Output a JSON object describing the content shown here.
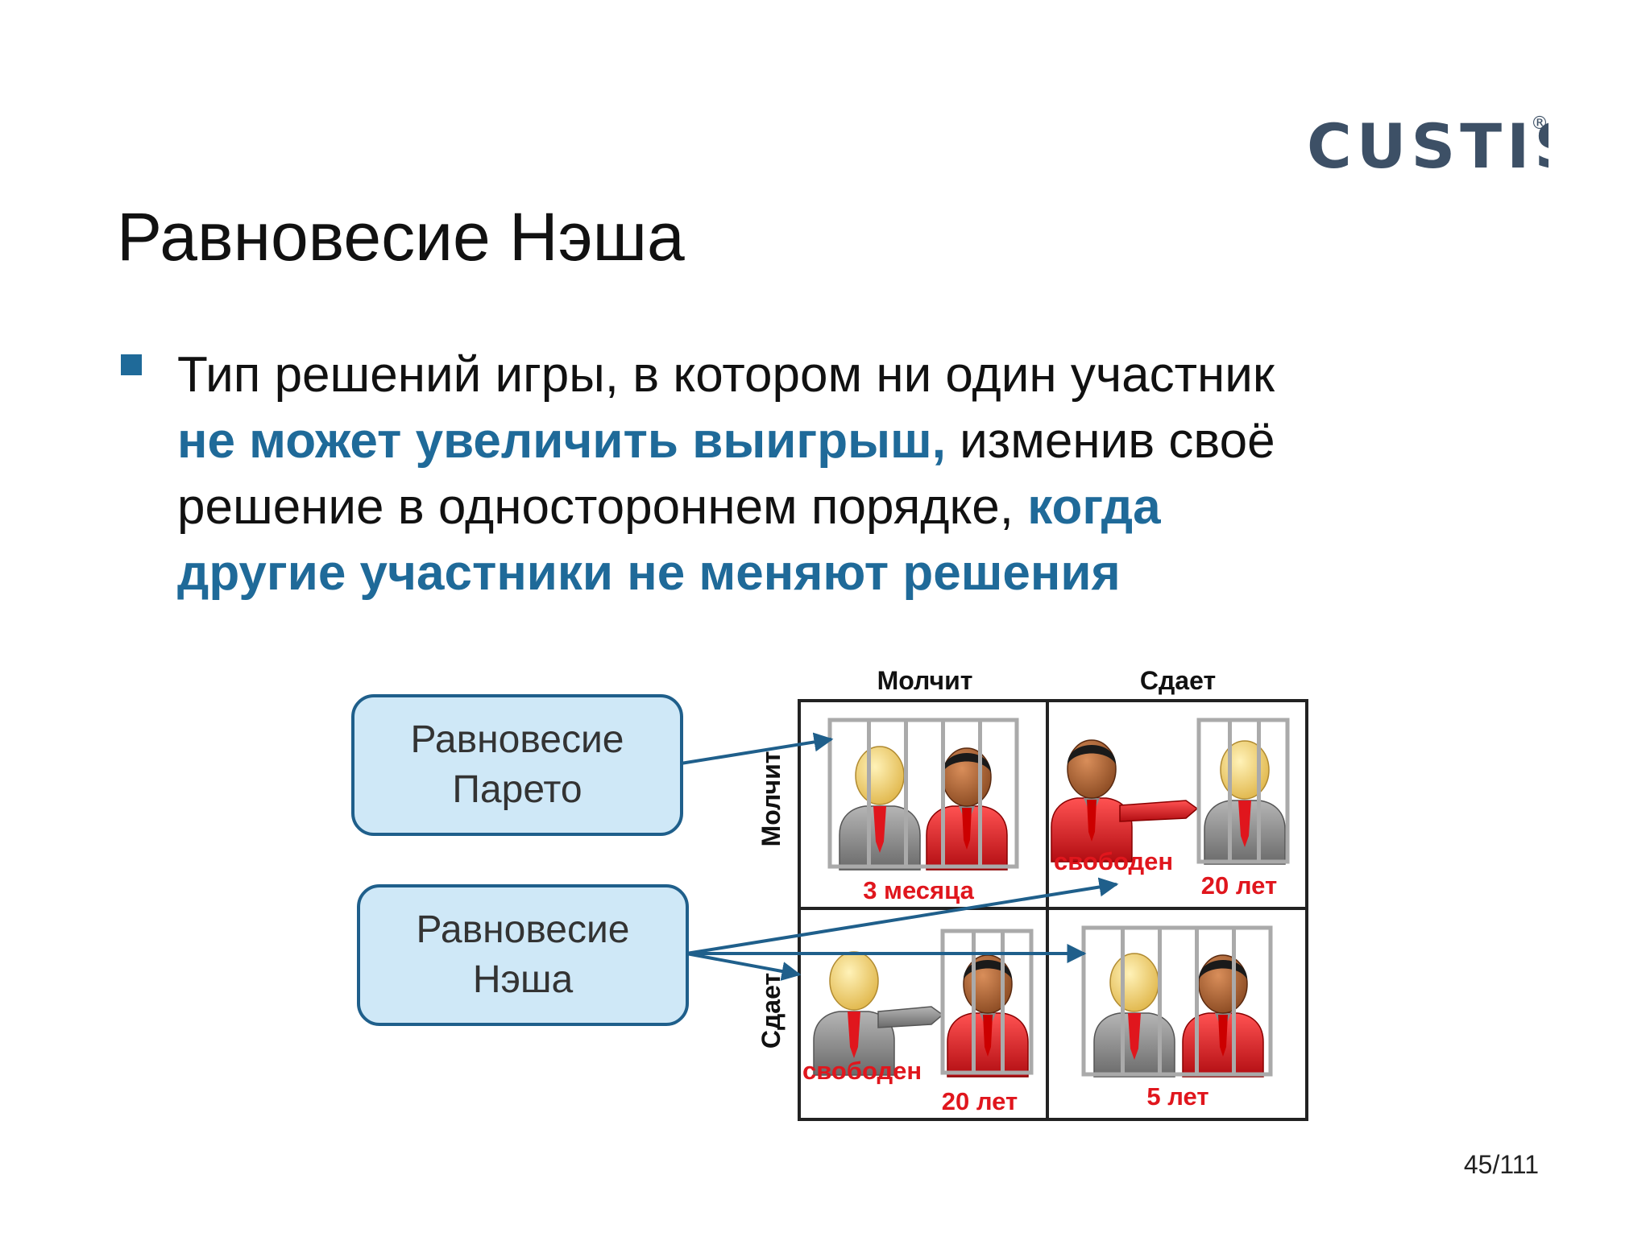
{
  "logo": {
    "text": "CUSTIS",
    "mark": "®",
    "color": "#3d5066"
  },
  "slide": {
    "title": "Равновесие Нэша",
    "bullet": {
      "part1": "Тип решений игры, в котором ни один участник ",
      "highlight1": "не может увеличить выигрыш,",
      "part2": " изменив своё решение в одностороннем порядке, ",
      "highlight2": "когда другие участники не меняют решения"
    },
    "accent_color": "#1f6a99"
  },
  "callouts": {
    "pareto": {
      "line1": "Равновесие",
      "line2": "Парето"
    },
    "nash": {
      "line1": "Равновесие",
      "line2": "Нэша"
    }
  },
  "matrix": {
    "col_headers": [
      "Молчит",
      "Сдает"
    ],
    "row_headers": [
      "Молчит",
      "Сдает"
    ],
    "cells": {
      "top_left": {
        "label": "3 месяца"
      },
      "top_right": {
        "label_left": "свободен",
        "label_right": "20 лет"
      },
      "bottom_left": {
        "label_left": "свободен",
        "label_right": "20 лет"
      },
      "bottom_right": {
        "label": "5 лет"
      }
    },
    "label_color": "#e0161d"
  },
  "page_number": "45/111"
}
